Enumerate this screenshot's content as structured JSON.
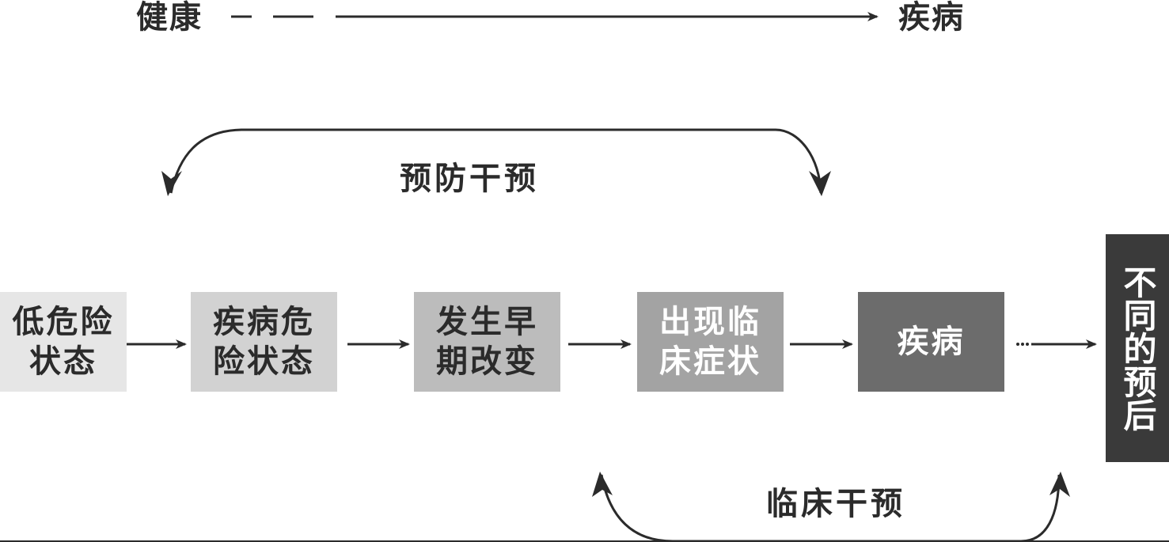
{
  "header": {
    "left_label": "健康",
    "right_label": "疾病"
  },
  "stages": [
    {
      "text": "低危险\n状态"
    },
    {
      "text": "疾病危\n险状态"
    },
    {
      "text": "发生早\n期改变"
    },
    {
      "text": "出现临\n床症状"
    },
    {
      "text": "疾病"
    }
  ],
  "outcome": {
    "text": "不同的预后"
  },
  "interventions": {
    "prevention": "预防干预",
    "clinical": "临床干预"
  },
  "colors": {
    "stroke": "#2b2b2b",
    "stage_1": "#e6e6e6",
    "stage_2": "#d2d2d2",
    "stage_3": "#bcbcbc",
    "stage_4": "#a3a3a3",
    "stage_5": "#6c6c6c",
    "outcome": "#3a3a3a"
  }
}
